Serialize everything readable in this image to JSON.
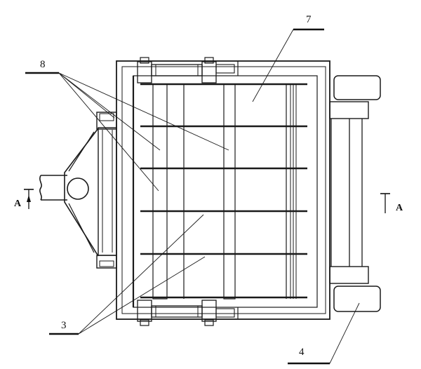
{
  "labels": {
    "callout_8": "8",
    "callout_7": "7",
    "callout_3": "3",
    "callout_4": "4",
    "section_left": "A",
    "section_right": "A"
  }
}
